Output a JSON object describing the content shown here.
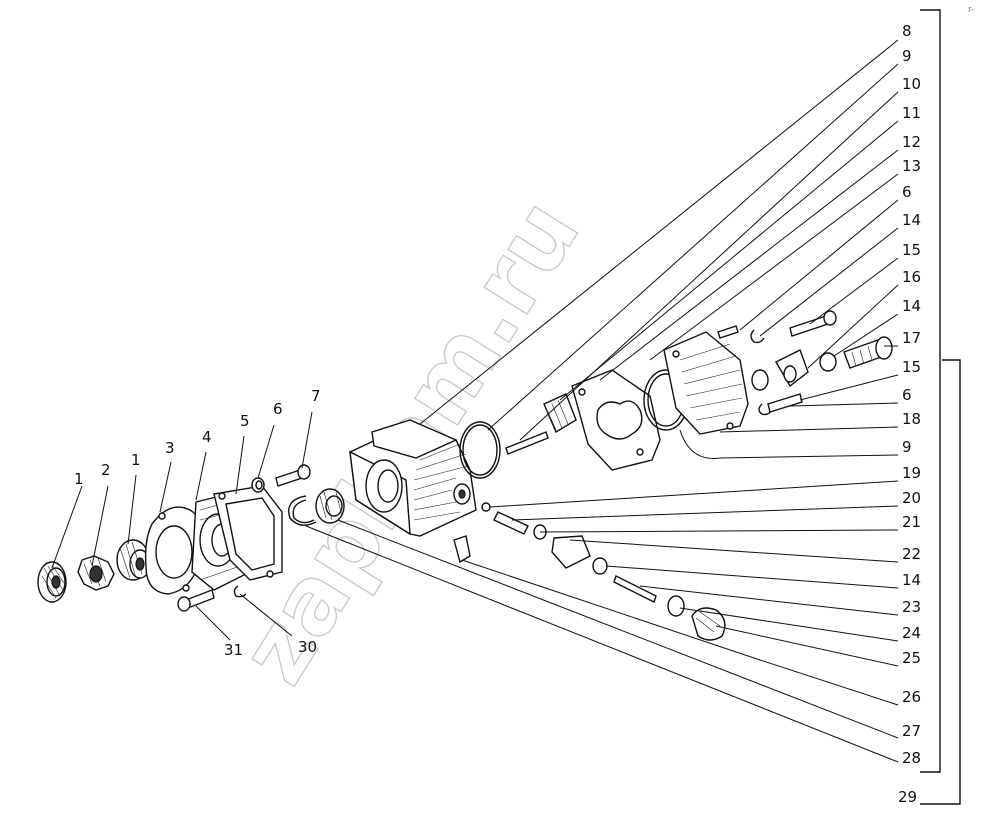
{
  "watermark": "zapkam.ru",
  "corner_mark": "r-",
  "callouts": [
    "1",
    "2",
    "1",
    "3",
    "4",
    "5",
    "6",
    "7",
    "8",
    "9",
    "10",
    "11",
    "12",
    "13",
    "6",
    "14",
    "15",
    "16",
    "14",
    "17",
    "15",
    "6",
    "18",
    "9",
    "19",
    "20",
    "21",
    "22",
    "14",
    "23",
    "24",
    "25",
    "26",
    "27",
    "28",
    "29",
    "30",
    "31"
  ]
}
